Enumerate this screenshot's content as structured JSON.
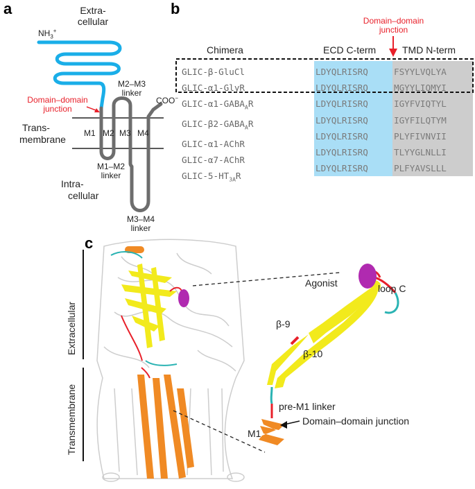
{
  "panel_a": {
    "label": "a",
    "extracellular": [
      "Extra-",
      "cellular"
    ],
    "n_terminus": "NH",
    "n_terminus_sub": "3",
    "n_terminus_sup": "+",
    "c_terminus": "COO",
    "c_terminus_sup": "−",
    "junction": [
      "Domain–domain",
      "junction"
    ],
    "transmembrane": [
      "Trans-",
      "membrane"
    ],
    "intracellular": [
      "Intra-",
      "cellular"
    ],
    "helices": [
      "M1",
      "M2",
      "M3",
      "M4"
    ],
    "m2m3_linker": [
      "M2–M3",
      "linker"
    ],
    "m1m2_linker": [
      "M1–M2",
      "linker"
    ],
    "m3m4_linker": [
      "M3–M4",
      "linker"
    ],
    "colors": {
      "ecd": "#1aaee8",
      "tmd": "#6d6d6d",
      "junction": "#e8202a"
    }
  },
  "panel_b": {
    "label": "b",
    "junction_label": [
      "Domain–domain",
      "junction"
    ],
    "headers": {
      "chimera": "Chimera",
      "ecd": "ECD C-term",
      "tmd": "TMD N-term"
    },
    "rows": [
      {
        "name": "GLIC-β-GluCl",
        "ecd": "LDYQLRISRQ",
        "tmd": "FSYYLVQLYA"
      },
      {
        "name": "GLIC-α1-GlyR",
        "ecd": "LDYQLRISRQ",
        "tmd": "MGYYLIQMYI"
      },
      {
        "name": "GLIC-α1-GABA",
        "sub": "A",
        "suffix": "R",
        "ecd": "LDYQLRISRQ",
        "tmd": "IGYFVIQTYL"
      },
      {
        "name": "GLIC-β2-GABA",
        "sub": "A",
        "suffix": "R",
        "ecd": "LDYQLRISRQ",
        "tmd": "IGYFILQTYM"
      },
      {
        "name": "GLIC-α1-AChR",
        "ecd": "LDYQLRISRQ",
        "tmd": "PLYFIVNVII"
      },
      {
        "name": "GLIC-α7-AChR",
        "ecd": "LDYQLRISRQ",
        "tmd": "TLYYGLNLLI"
      },
      {
        "name": "GLIC-5-HT",
        "sub": "3A",
        "suffix": "R",
        "ecd": "LDYQLRISRQ",
        "tmd": "PLFYAVSLLL"
      }
    ],
    "colors": {
      "ecd_fill": "#a9def6",
      "tmd_fill": "#cdcdcd",
      "arrow": "#e8202a"
    }
  },
  "panel_c": {
    "label": "c",
    "extracellular": "Extracellular",
    "transmembrane": "Transmembrane",
    "agonist": "Agonist",
    "loop_c": "loop C",
    "beta9": "β-9",
    "beta10": "β-10",
    "pre_m1": "pre-M1 linker",
    "junction": "Domain–domain junction",
    "m1": "M1",
    "colors": {
      "helix": "#f08a24",
      "sheet": "#f2ea1c",
      "coil": "#2ab3b3",
      "junction": "#e8202a",
      "agonist": "#b02ab0",
      "ghost": "#c9c9c9"
    }
  }
}
